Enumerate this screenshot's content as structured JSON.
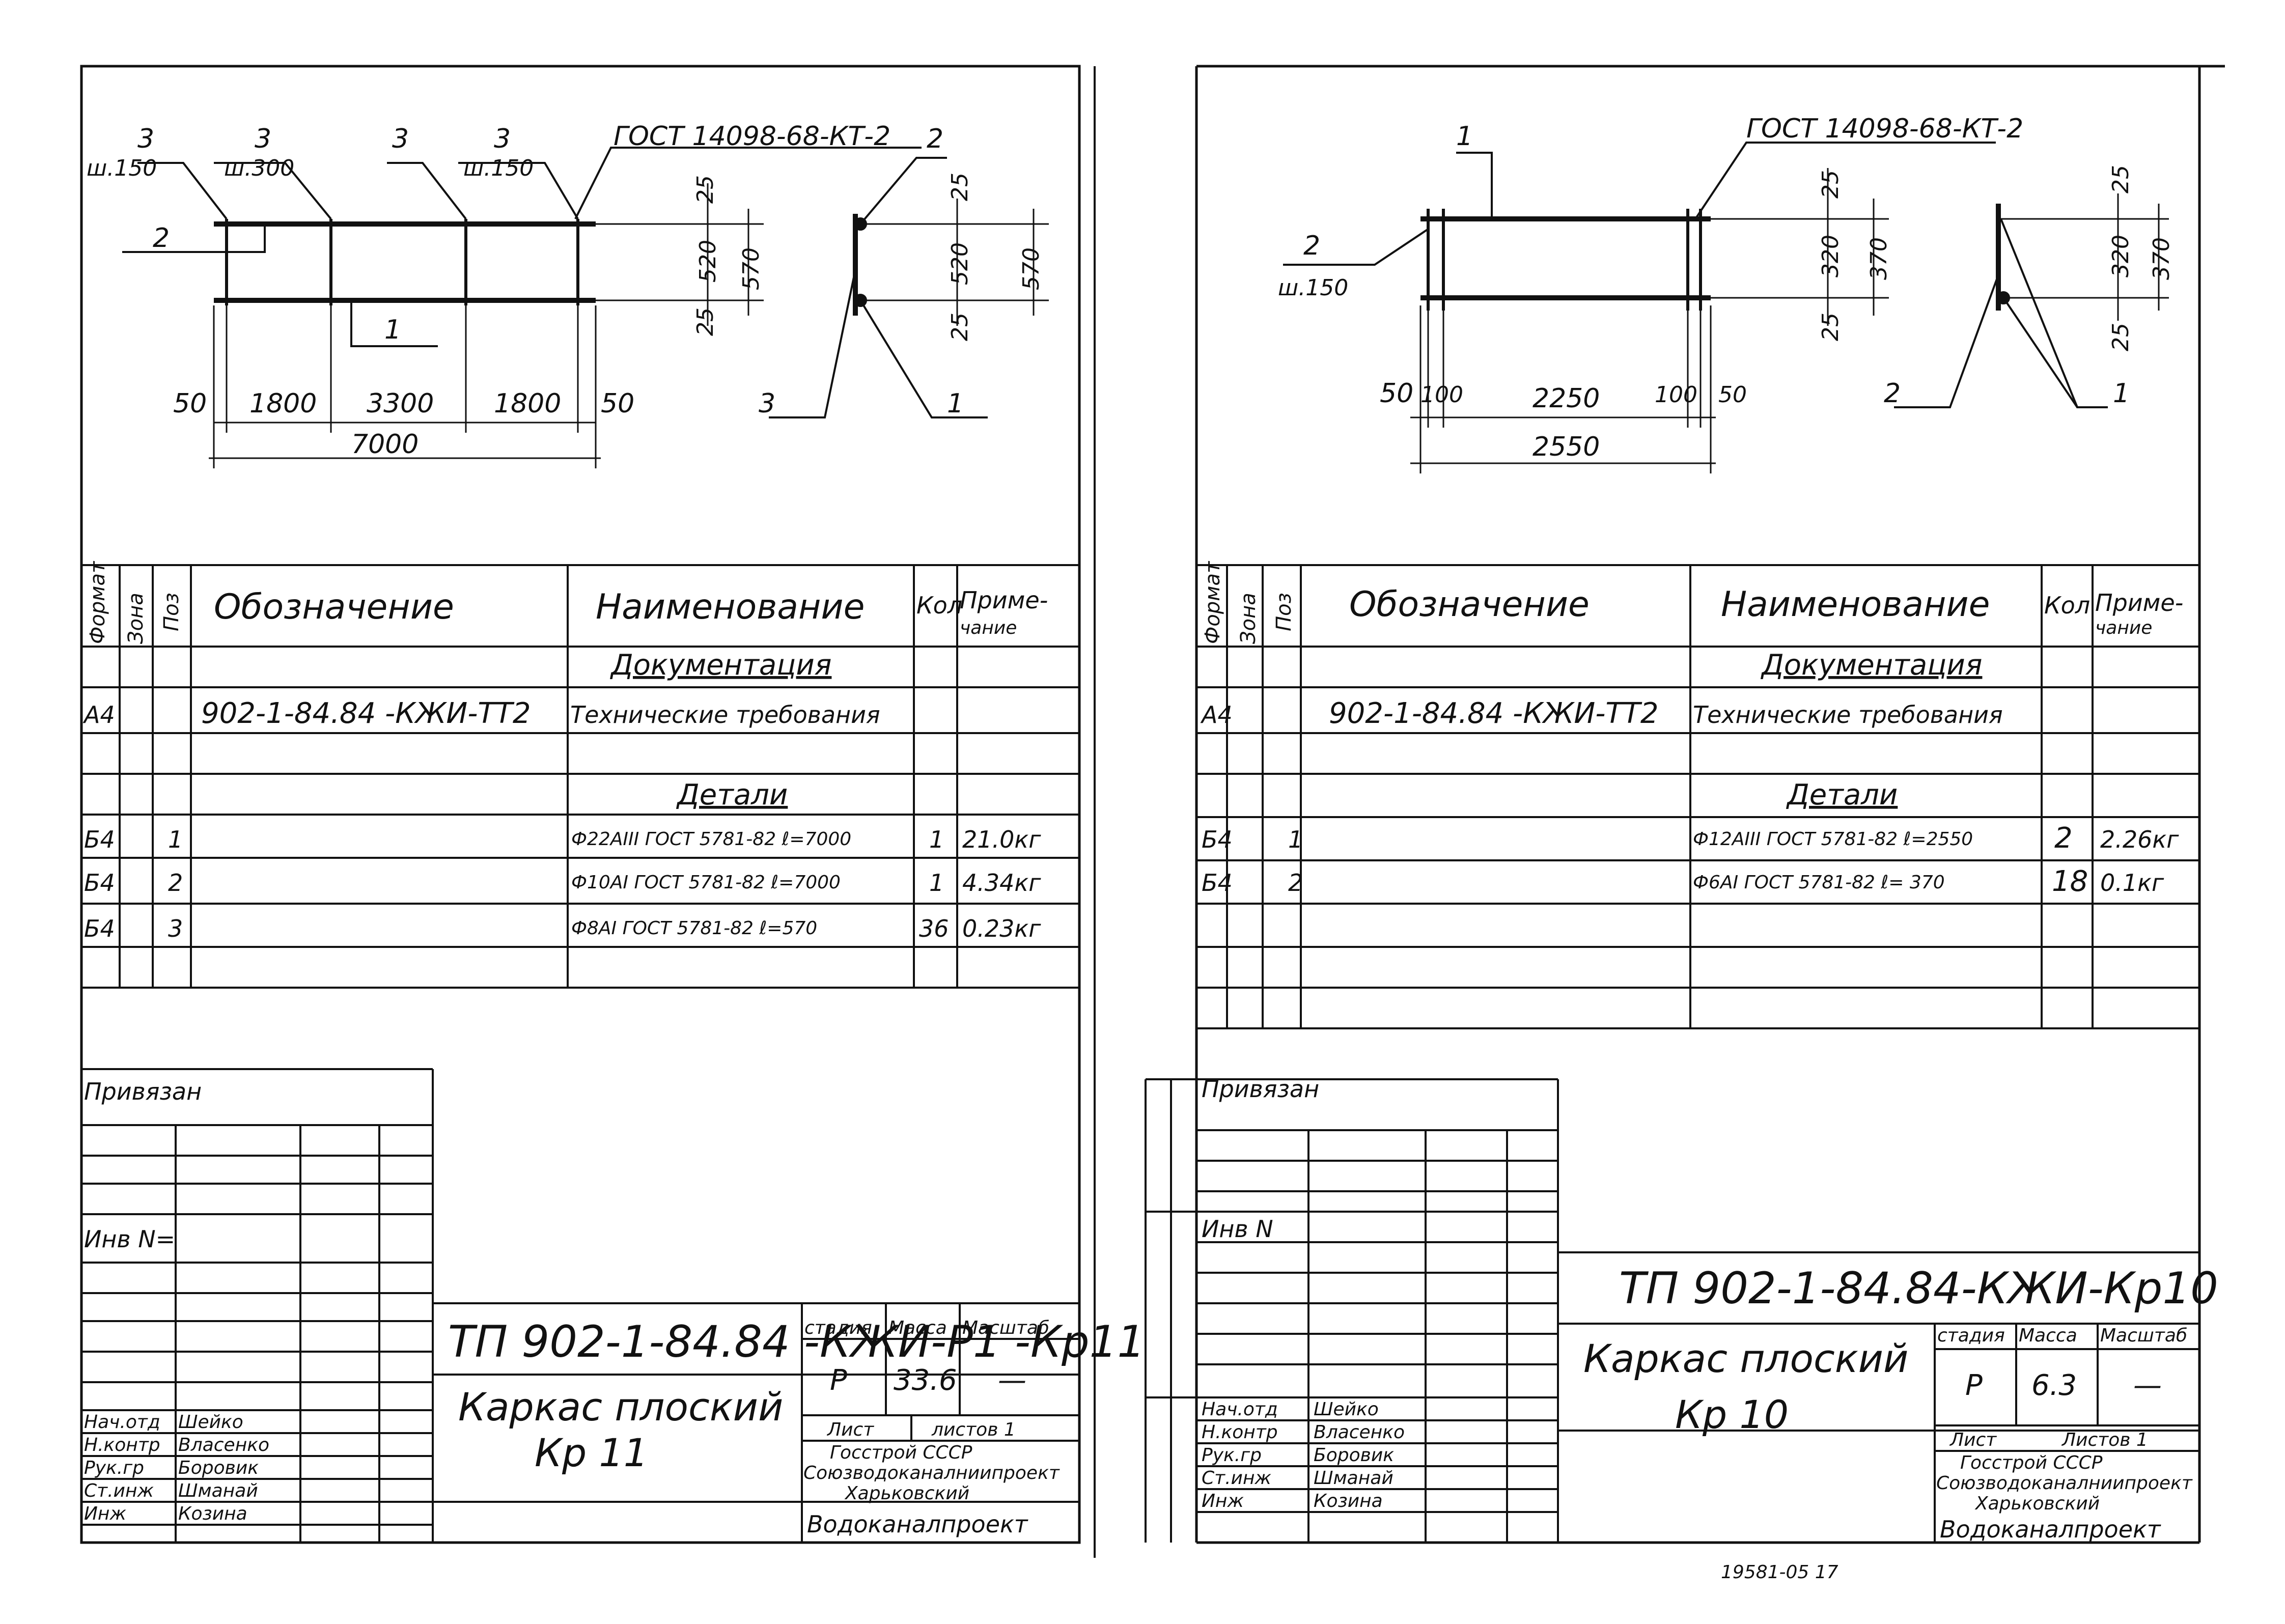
{
  "left": {
    "drawing": {
      "callout1": "3",
      "callout1_sub": "ш.150",
      "callout2": "3",
      "callout2_sub": "ш.300",
      "callout3": "3",
      "callout4": "3",
      "callout4_sub": "ш.150",
      "gost": "ГОСТ 14098-68-КТ-2",
      "callout_end": "2",
      "callout_bar2": "2",
      "callout_bar1": "1",
      "dim_25_top": "25",
      "dim_520": "520",
      "dim_570": "570",
      "dim_25_bot": "25",
      "dim_50a": "50",
      "dim_1800a": "1800",
      "dim_3300": "3300",
      "dim_1800b": "1800",
      "dim_50b": "50",
      "dim_total": "7000",
      "sec_25_top": "25",
      "sec_520": "520",
      "sec_570": "570",
      "sec_25_bot": "25",
      "sec_3": "3",
      "sec_1": "1"
    },
    "spec": {
      "col_format": "Формат",
      "col_zone": "Зона",
      "col_pos": "Поз",
      "col_designation": "Обозначение",
      "col_name": "Наименование",
      "col_qty": "Кол",
      "col_note_1": "Приме-",
      "col_note_2": "чание",
      "section_docs": "Документация",
      "doc_format": "А4",
      "doc_designation": "902-1-84.84 -КЖИ-ТТ2",
      "doc_name": "Технические требования",
      "section_parts": "Детали",
      "rows": [
        {
          "format": "Б4",
          "pos": "1",
          "name": "Ф22АIII ГОСТ 5781-82 ℓ=7000",
          "qty": "1",
          "note": "21.0кг"
        },
        {
          "format": "Б4",
          "pos": "2",
          "name": "Ф10АI ГОСТ 5781-82 ℓ=7000",
          "qty": "1",
          "note": "4.34кг"
        },
        {
          "format": "Б4",
          "pos": "3",
          "name": "Ф8АI ГОСТ 5781-82 ℓ=570",
          "qty": "36",
          "note": "0.23кг"
        }
      ]
    },
    "stamp": {
      "privyazan": "Привязан",
      "inv": "Инв N=",
      "code": "ТП 902-1-84.84 -КЖИ-Р1 -Кр11",
      "title_1": "Каркас плоский",
      "title_2": "Кр 11",
      "col_stage": "стадия",
      "col_mass": "Масса",
      "col_scale": "Масштаб",
      "stage": "Р",
      "mass": "33.6",
      "scale": "—",
      "sheet": "Лист",
      "sheets": "листов 1",
      "org_1": "Госстрой СССР",
      "org_2": "Союзводоканалниипроект",
      "org_3": "Харьковский",
      "org_4": "Водоканалпроект",
      "roles": [
        {
          "role": "Нач.отд",
          "name": "Шейко"
        },
        {
          "role": "Н.контр",
          "name": "Власенко"
        },
        {
          "role": "Рук.гр",
          "name": "Боровик"
        },
        {
          "role": "Ст.инж",
          "name": "Шманай"
        },
        {
          "role": "Инж",
          "name": "Козина"
        }
      ]
    }
  },
  "right": {
    "drawing": {
      "callout1": "1",
      "gost": "ГОСТ 14098-68-КТ-2",
      "callout2": "2",
      "callout2_sub": "ш.150",
      "dim_25_top": "25",
      "dim_320": "320",
      "dim_370": "370",
      "dim_25_bot": "25",
      "dim_50a": "50",
      "dim_100a": "100",
      "dim_2250": "2250",
      "dim_100b": "100",
      "dim_50b": "50",
      "dim_total": "2550",
      "sec_25_top": "25",
      "sec_320": "320",
      "sec_370": "370",
      "sec_25_bot": "25",
      "sec_2": "2",
      "sec_1": "1"
    },
    "spec": {
      "col_format": "Формат",
      "col_zone": "Зона",
      "col_pos": "Поз",
      "col_designation": "Обозначение",
      "col_name": "Наименование",
      "col_qty": "Кол",
      "col_note_1": "Приме-",
      "col_note_2": "чание",
      "section_docs": "Документация",
      "doc_format": "А4",
      "doc_designation": "902-1-84.84 -КЖИ-ТТ2",
      "doc_name": "Технические требования",
      "section_parts": "Детали",
      "rows": [
        {
          "format": "Б4",
          "pos": "1",
          "name": "Ф12АIII ГОСТ 5781-82 ℓ=2550",
          "qty": "2",
          "note": "2.26кг"
        },
        {
          "format": "Б4",
          "pos": "2",
          "name": "Ф6АI ГОСТ 5781-82 ℓ= 370",
          "qty": "18",
          "note": "0.1кг"
        }
      ]
    },
    "stamp": {
      "privyazan": "Привязан",
      "inv": "Инв N",
      "code": "ТП 902-1-84.84-КЖИ-Кр10",
      "title_1": "Каркас плоский",
      "title_2": "Кр 10",
      "col_stage": "стадия",
      "col_mass": "Масса",
      "col_scale": "Масштаб",
      "stage": "Р",
      "mass": "6.3",
      "scale": "—",
      "sheet": "Лист",
      "sheets": "Листов 1",
      "org_1": "Госстрой СССР",
      "org_2": "Союзводоканалниипроект",
      "org_3": "Харьковский",
      "org_4": "Водоканалпроект",
      "roles": [
        {
          "role": "Нач.отд",
          "name": "Шейко"
        },
        {
          "role": "Н.контр",
          "name": "Власенко"
        },
        {
          "role": "Рук.гр",
          "name": "Боровик"
        },
        {
          "role": "Ст.инж",
          "name": "Шманай"
        },
        {
          "role": "Инж",
          "name": "Козина"
        }
      ]
    }
  },
  "footer_note": "19581-05     17"
}
